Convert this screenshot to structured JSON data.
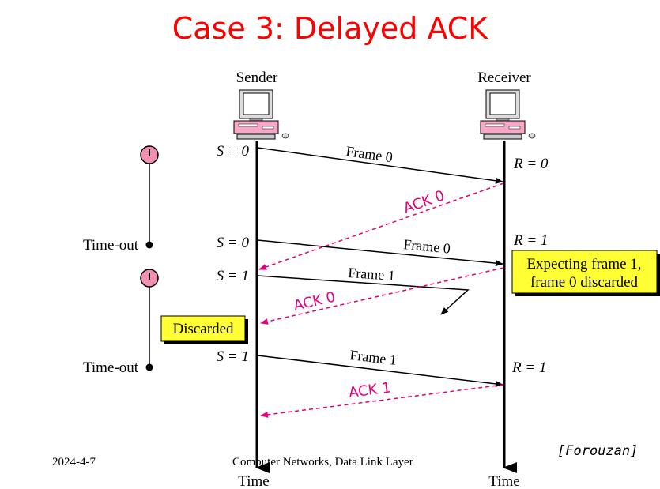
{
  "slide": {
    "title": "Case 3: Delayed ACK",
    "date": "2024-4-7",
    "course": "Computer Networks, Data Link Layer",
    "source": "[Forouzan]"
  },
  "diagram": {
    "sender_label": "Sender",
    "receiver_label": "Receiver",
    "time_label_left": "Time",
    "time_label_right": "Time",
    "timeout_label_1": "Time-out",
    "timeout_label_2": "Time-out",
    "sender_states": [
      "S = 0",
      "S = 0",
      "S = 1",
      "S = 1"
    ],
    "receiver_states": [
      "R = 0",
      "R = 1",
      "R = 1"
    ],
    "frames": [
      "Frame 0",
      "Frame 0",
      "Frame 1",
      "Frame 1"
    ],
    "acks": [
      "ACK 0",
      "ACK 0",
      "ACK 1"
    ],
    "discarded_label": "Discarded",
    "expecting_line1": "Expecting frame 1,",
    "expecting_line2": "frame 0 discarded"
  },
  "colors": {
    "title": "#ff0000",
    "ack": "#e6007e",
    "timer_fill": "#f48fb1",
    "note_fill": "#ffff33",
    "computer_pink": "#f7a8c6"
  }
}
